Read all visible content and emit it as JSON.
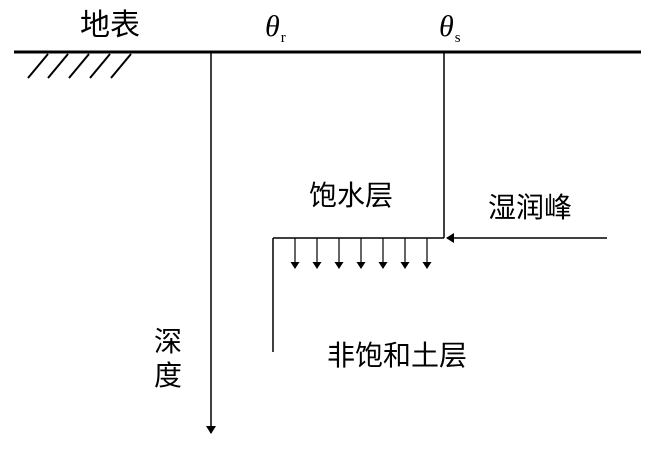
{
  "labels": {
    "surface": "地表",
    "theta": "θ",
    "theta_r_sub": "r",
    "theta_s_sub": "s",
    "saturated_layer": "饱水层",
    "wetting_front": "湿润峰",
    "unsaturated_layer": "非饱和土层",
    "depth": "深度"
  },
  "colors": {
    "line": "#000000",
    "background": "#ffffff"
  }
}
